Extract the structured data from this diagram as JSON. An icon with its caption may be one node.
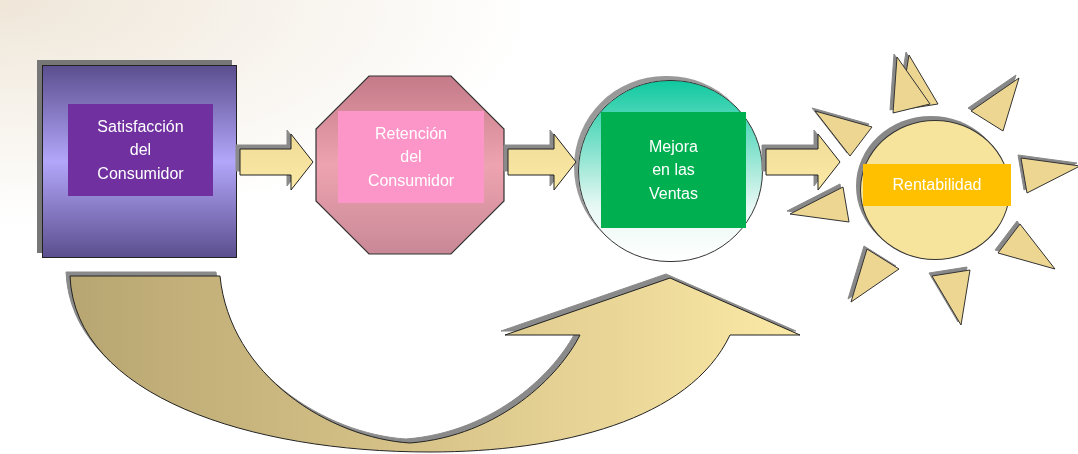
{
  "diagram": {
    "nodes": [
      {
        "text": [
          "Satisfacción del Consumidor"
        ]
      },
      {
        "text": [
          "Retención del Consumidor"
        ]
      },
      {
        "text": [
          "Mejora en las Ventas"
        ]
      },
      {
        "text": [
          "Rentabilidad"
        ]
      }
    ],
    "edges": [
      {
        "from": 0,
        "to": 1,
        "arrow": "to"
      },
      {
        "from": 1,
        "to": 2,
        "arrow": "to"
      },
      {
        "from": 2,
        "to": 3,
        "arrow": "to"
      },
      {
        "from": 0,
        "to": 2,
        "arrow": "to"
      }
    ]
  }
}
